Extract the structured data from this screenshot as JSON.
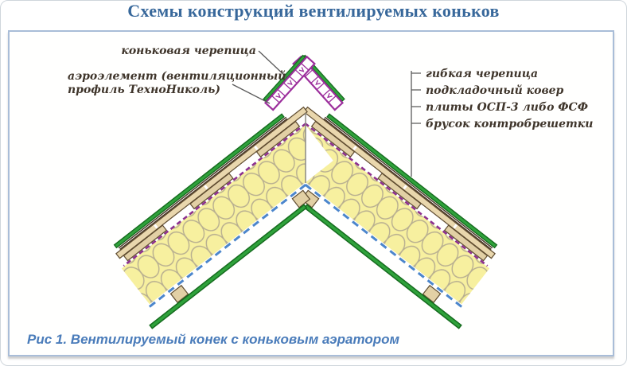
{
  "title": "Схемы конструкций вентилируемых коньков",
  "caption": "Рис 1. Вентилируемый конек с коньковым аэратором",
  "figure": {
    "type": "roof-ridge-ventilation-cross-section",
    "left_labels": {
      "ridge_tile": "коньковая черепица",
      "aeroelement_line1": "аэроэлемент (вентиляционный",
      "aeroelement_line2": "профиль ТехноНиколь)"
    },
    "right_labels": {
      "flexible_tile": "гибкая черепица",
      "underlayment": "подкладочный ковер",
      "osb": "плиты ОСП-3 либо ФСФ",
      "counter_batten": "брусок контробрешетки"
    }
  },
  "colors": {
    "title": "#38689b",
    "caption": "#4a7cba",
    "panel_border": "#a9bdd8",
    "label_text": "#3f352b",
    "tile_green": "#2fa23b",
    "tile_green_dark": "#156b1e",
    "aerator_magenta": "#9c2f9c",
    "membrane_magenta": "#8d3190",
    "vapor_blue": "#4c86cc",
    "wood": "#e2d0a5",
    "wood_outline": "#5f4c30",
    "osb_fill": "#e9d7ad",
    "insulation": "#f7f09f",
    "insulation_loop": "#b7ae90",
    "underlayment_dark": "#453322",
    "leader_line": "#5a5a5a"
  }
}
